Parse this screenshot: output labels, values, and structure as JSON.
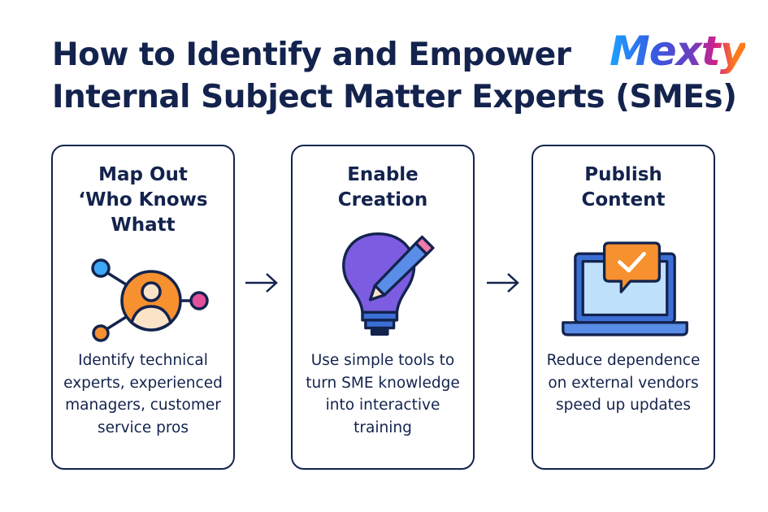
{
  "title": {
    "line1": "How to Identify and Empower",
    "line2": "Internal Subject Matter Experts (SMEs)"
  },
  "logo": "Mexty",
  "steps": [
    {
      "title_lines": [
        "Map Out",
        "‘Who Knows",
        "Whatt"
      ],
      "icon": "person-network-icon",
      "desc": "Identify technical experts, experienced managers, customer service pros"
    },
    {
      "title_lines": [
        "Enable",
        "Creation"
      ],
      "icon": "lightbulb-pencil-icon",
      "desc": "Use simple tools to turn SME knowledge into interactive training"
    },
    {
      "title_lines": [
        "Publish",
        "Content"
      ],
      "icon": "laptop-check-icon",
      "desc": "Reduce dependence on external vendors speed up updates"
    }
  ],
  "colors": {
    "navy": "#13234d",
    "orange": "#f7902f",
    "purple": "#7c5ce0",
    "blue": "#3c6fd6",
    "pink": "#e3509c"
  }
}
